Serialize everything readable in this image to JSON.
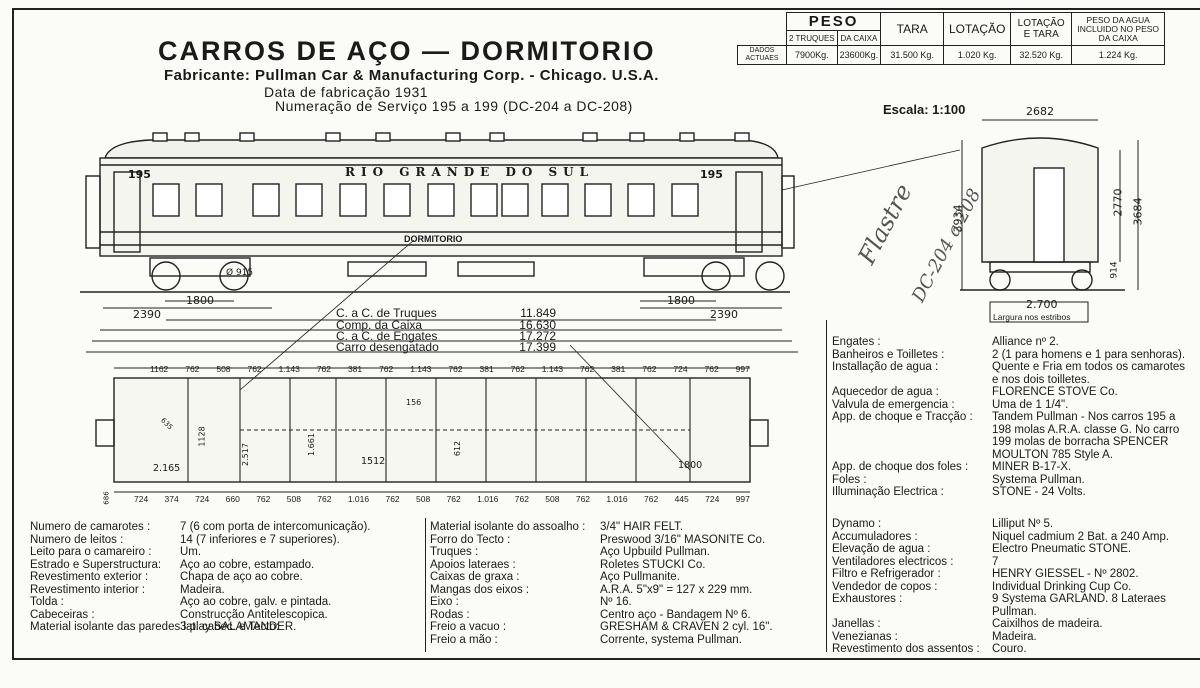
{
  "header": {
    "title": "CARROS DE AÇO — DORMITORIO",
    "manufacturer": "Fabricante: Pullman Car & Manufacturing Corp. - Chicago. U.S.A.",
    "build_date": "Data de fabricação 1931",
    "service_numbers": "Numeração de Serviço 195 a 199 (DC-204 a DC-208)"
  },
  "weights_table": {
    "peso": "PESO",
    "col_2truques": "2 TRUQUES",
    "col_caixa": "DA CAIXA",
    "col_tara": "TARA",
    "col_lotacao": "LOTAÇÃO",
    "col_lotacao_tara": "LOTAÇÃO E TARA",
    "col_agua": "PESO DA AGUA INCLUIDO NO PESO DA CAIXA",
    "row_label": "DADOS ACTUAES",
    "v_2truques": "7900Kg.",
    "v_caixa": "23600Kg.",
    "v_tara": "31.500 Kg.",
    "v_lotacao": "1.020 Kg.",
    "v_lotacao_tara": "32.520 Kg.",
    "v_agua": "1.224 Kg."
  },
  "elevation": {
    "scale": "Escala: 1:100",
    "car_number_left": "195",
    "car_number_right": "195",
    "railroad_name": "RIO GRANDE DO SUL",
    "car_type_label": "DORMITORIO",
    "wheel_dia": "Ø 915",
    "dim_2390_left": "2390",
    "dim_1800_left": "1800",
    "dim_1800_right": "1800",
    "dim_2390_right": "2390",
    "dim_truques_label": "C. a C. de Truques",
    "dim_truques_val": "11.849",
    "dim_caixa_label": "Comp. da Caixa",
    "dim_caixa_val": "16.630",
    "dim_engates_label": "C. a C. de Engates",
    "dim_engates_val": "17.272",
    "dim_desengatado_label": "Carro desengatado",
    "dim_desengatado_val": "17.399"
  },
  "end_view": {
    "width_top": "2682",
    "height_total": "3934",
    "height_2770": "2770",
    "height_3684": "3684",
    "height_914": "914",
    "width_base": "2.700",
    "width_caption": "Largura nos estribos"
  },
  "plan": {
    "top_dims": [
      "1162",
      "762",
      "508",
      "762",
      "1.143",
      "762",
      "381",
      "762",
      "1.143",
      "762",
      "381",
      "762",
      "1.143",
      "762",
      "381",
      "762",
      "724",
      "762",
      "997"
    ],
    "bottom_dims": [
      "724",
      "374",
      "724",
      "660",
      "762",
      "508",
      "762",
      "1.016",
      "762",
      "508",
      "762",
      "1.016",
      "762",
      "508",
      "762",
      "1.016",
      "762",
      "445",
      "724",
      "997"
    ],
    "dim_2165": "2.165",
    "dim_1512": "1512",
    "dim_1800": "1800",
    "dim_2517": "2.517",
    "dim_1661": "1.661",
    "dim_1128": "1128",
    "dim_612": "612",
    "dim_156": "156",
    "dim_686": "686",
    "dim_635": "635"
  },
  "specs_left": [
    {
      "k": "Numero de camarotes :",
      "v": "7 (6 com porta de intercomunicação)."
    },
    {
      "k": "Numero de leitos :",
      "v": "14 (7 inferiores e 7 superiores)."
    },
    {
      "k": "Leito para o camareiro :",
      "v": "Um."
    },
    {
      "k": "Estrado e Superstructura:",
      "v": "Aço ao cobre, estampado."
    },
    {
      "k": "Revestimento exterior :",
      "v": "Chapa de aço ao cobre."
    },
    {
      "k": "Revestimento interior :",
      "v": "Madeira."
    },
    {
      "k": "Tolda :",
      "v": "Aço ao cobre, galv. e pintada."
    },
    {
      "k": "Cabeceiras :",
      "v": "Construcção Antitelescopica."
    },
    {
      "k": "Material isolante das paredes lat. cabec. e Tecto:",
      "v": "3 play SALAMANDER."
    }
  ],
  "specs_mid": [
    {
      "k": "Material isolante do assoalho :",
      "v": "3/4\" HAIR FELT."
    },
    {
      "k": "Forro do Tecto :",
      "v": "Preswood 3/16\" MASONITE Co."
    },
    {
      "k": "Truques :",
      "v": "Aço Upbuild Pullman."
    },
    {
      "k": "Apoios lateraes :",
      "v": "Roletes STUCKI Co."
    },
    {
      "k": "Caixas de graxa :",
      "v": "Aço Pullmanite."
    },
    {
      "k": "Mangas dos eixos :",
      "v": "A.R.A. 5\"x9\" = 127 x 229 mm."
    },
    {
      "k": "Eixo :",
      "v": "Nº 16."
    },
    {
      "k": "Rodas :",
      "v": "Centro aço - Bandagem Nº 6."
    },
    {
      "k": "Freio a vacuo :",
      "v": "GRESHAM & CRAVEN 2 cyl. 16\"."
    },
    {
      "k": "Freio a mão :",
      "v": "Corrente, systema Pullman."
    }
  ],
  "specs_right_top": [
    {
      "k": "Engates :",
      "v": "Alliance nº 2."
    },
    {
      "k": "Banheiros e Toilletes :",
      "v": "2 (1 para homens e 1 para senhoras)."
    },
    {
      "k": "Installação de agua :",
      "v": "Quente e Fria em todos os camarotes e nos dois toilletes."
    },
    {
      "k": "Aquecedor de agua :",
      "v": "FLORENCE STOVE Co."
    },
    {
      "k": "Valvula de emergencia :",
      "v": "Uma de 1 1/4\"."
    },
    {
      "k": "App. de choque e Tracção :",
      "v": "Tandem Pullman - Nos carros 195 a 198 molas A.R.A. classe G. No carro 199 molas de borracha SPENCER MOULTON 785 Style A."
    },
    {
      "k": "App. de choque dos foles :",
      "v": "MINER B-17-X."
    },
    {
      "k": "Foles :",
      "v": "Systema Pullman."
    },
    {
      "k": "Illuminação Electrica :",
      "v": "STONE - 24 Volts."
    }
  ],
  "specs_right_bottom": [
    {
      "k": "Dynamo :",
      "v": "Lilliput Nº 5."
    },
    {
      "k": "Accumuladores :",
      "v": "Niquel cadmium 2 Bat. a 240 Amp."
    },
    {
      "k": "Elevação de agua :",
      "v": "Electro Pneumatic STONE."
    },
    {
      "k": "Ventiladores electricos :",
      "v": "7"
    },
    {
      "k": "Filtro e Refrigerador :",
      "v": "HENRY GIESSEL - Nº 2802."
    },
    {
      "k": "Vendedor de copos :",
      "v": "Individual Drinking Cup Co."
    },
    {
      "k": "Exhaustores :",
      "v": "9 Systema GARLAND. 8 Lateraes Pullman."
    },
    {
      "k": "Janellas :",
      "v": "Caixilhos de madeira."
    },
    {
      "k": "Venezianas :",
      "v": "Madeira."
    },
    {
      "k": "Revestimento dos assentos :",
      "v": "Couro."
    }
  ]
}
